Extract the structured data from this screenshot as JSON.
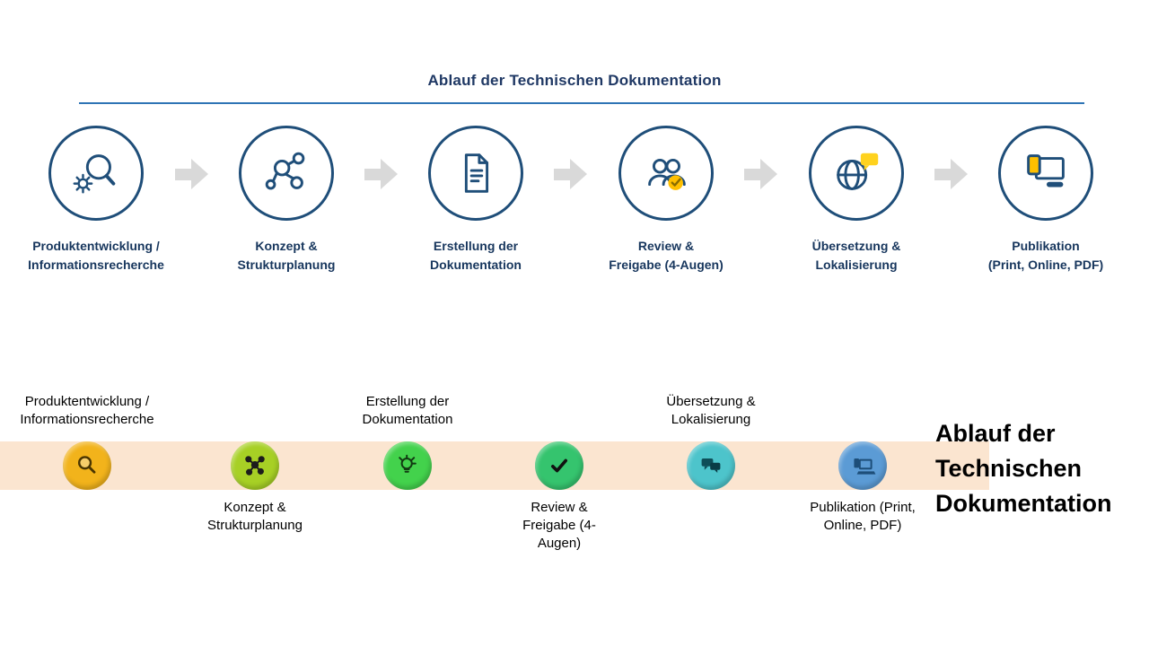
{
  "title": "Ablauf der Technischen Dokumentation",
  "top_flow": {
    "steps": [
      {
        "icon": "search-gear-icon",
        "lines": [
          "Produktentwicklung /",
          "Informationsrecherche"
        ]
      },
      {
        "icon": "network-icon",
        "lines": [
          "Konzept &",
          "Strukturplanung"
        ]
      },
      {
        "icon": "document-icon",
        "lines": [
          "Erstellung der",
          "Dokumentation"
        ]
      },
      {
        "icon": "people-check-icon",
        "lines": [
          "Review &",
          "Freigabe (4-Augen)"
        ]
      },
      {
        "icon": "globe-speech-icon",
        "lines": [
          "Übersetzung &",
          "Lokalisierung"
        ]
      },
      {
        "icon": "devices-icon",
        "lines": [
          "Publikation",
          "(Print, Online, PDF)"
        ]
      }
    ]
  },
  "bottom_flow": {
    "steps": [
      {
        "icon": "magnifier-icon",
        "label_position": "above",
        "circle_color": "#F2B31B",
        "lines": [
          "Produktentwicklung /",
          "Informationsrecherche"
        ]
      },
      {
        "icon": "molecule-icon",
        "label_position": "below",
        "circle_color": "#A7D025",
        "lines": [
          "Konzept &",
          "Strukturplanung"
        ]
      },
      {
        "icon": "lightbulb-icon",
        "label_position": "above",
        "circle_color": "#43D24C",
        "lines": [
          "Erstellung der",
          "Dokumentation"
        ]
      },
      {
        "icon": "checkmark-icon",
        "label_position": "below",
        "circle_color": "#35C46E",
        "lines": [
          "Review &",
          "Freigabe (4-",
          "Augen)"
        ]
      },
      {
        "icon": "speech-bubbles-icon",
        "label_position": "above",
        "circle_color": "#4DC4CB",
        "lines": [
          "Übersetzung &",
          "Lokalisierung"
        ]
      },
      {
        "icon": "laptop-icon",
        "label_position": "below",
        "circle_color": "#5B9BD5",
        "lines": [
          "Publikation (Print,",
          "Online, PDF)"
        ]
      }
    ],
    "headline_lines": [
      "Ablauf der",
      "Technischen",
      "Dokumentation"
    ]
  },
  "colors": {
    "title_text": "#1F3864",
    "title_rule": "#2E74B5",
    "step_label_text": "#17365D",
    "circle_outline": "#1F4E79",
    "connector_arrow": "#D9D9D9",
    "band": "#FBE5D0",
    "accent_yellow": "#FFC000"
  }
}
